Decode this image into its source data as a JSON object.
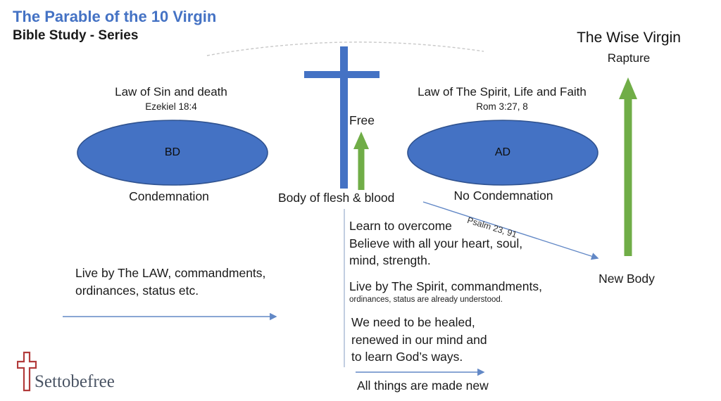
{
  "slide": {
    "title": "The Parable of the 10 Virgin",
    "subtitle": "Bible Study - Series"
  },
  "left_section": {
    "heading": "Law of Sin and death",
    "reference": "Ezekiel 18:4",
    "ellipse_label": "BD",
    "caption": "Condemnation",
    "law_line1": "Live by The LAW, commandments,",
    "law_line2": "ordinances, status etc."
  },
  "center_section": {
    "free_label": "Free",
    "body_label": "Body of flesh & blood",
    "learn_line1": "Learn to overcome",
    "learn_line2": "Believe with all your heart, soul,",
    "learn_line3": "mind, strength.",
    "spirit_line": "Live by The Spirit, commandments,",
    "spirit_subline": "ordinances, status are already understood.",
    "healed_line1": "We need to be healed,",
    "healed_line2": "renewed in our mind and",
    "healed_line3": "to learn God’s ways.",
    "bottom_caption": "All things are made new"
  },
  "right_section": {
    "heading": "Law of The Spirit, Life and Faith",
    "reference": "Rom 3:27, 8",
    "ellipse_label": "AD",
    "caption": "No Condemnation",
    "psalm_label": "Psalm 23, 91",
    "wise_title": "The Wise Virgin",
    "rapture_label": "Rapture",
    "new_body_label": "New Body"
  },
  "logo": {
    "text": "Settobefree"
  },
  "colors": {
    "blue": "#4472C4",
    "ellipse-border": "#2F528F",
    "green": "#70AD47",
    "arrow-blue": "#6288C6",
    "title-blue": "#4472C4",
    "logo-red": "#B23B3B",
    "logo-text": "#4A5464",
    "text-dark": "#1a1a1a",
    "arc-gray": "#C8C8C8",
    "connector-gray": "#AEBED6"
  }
}
